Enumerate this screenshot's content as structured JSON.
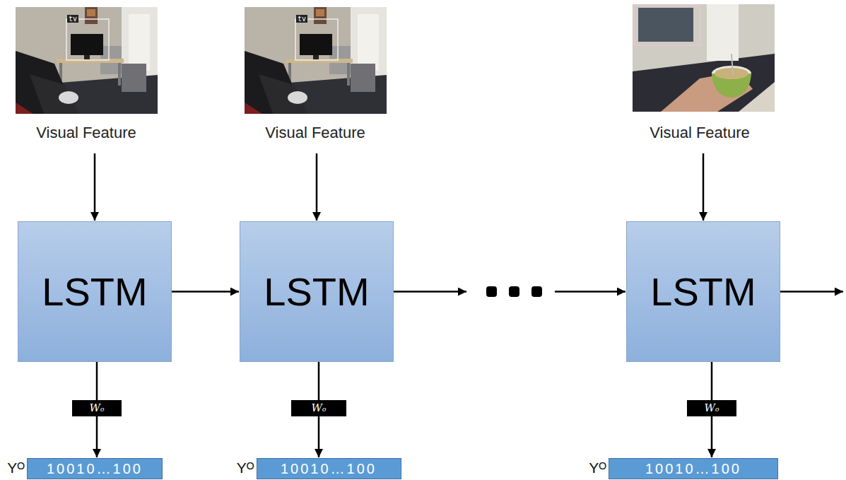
{
  "diagram": {
    "nodes": [
      {
        "text": [
          "LSTM"
        ]
      },
      {
        "text": [
          "LSTM"
        ]
      },
      {
        "text": [
          "LSTM"
        ]
      },
      {
        "text": [
          "Wₒ"
        ]
      },
      {
        "text": [
          "Wₒ"
        ]
      },
      {
        "text": [
          "Wₒ"
        ]
      },
      {
        "text": [
          "Yᴼ",
          "10010…100"
        ]
      },
      {
        "text": [
          "Yᴼ",
          "10010…100"
        ]
      },
      {
        "text": [
          "Yᴼ",
          "10010…100"
        ]
      }
    ],
    "edges": [
      {
        "from": 0,
        "to": 1,
        "arrow": "to"
      },
      {
        "from": 1,
        "to": 2,
        "arrow": "to"
      },
      {
        "from": 0,
        "to": 3,
        "arrow": "none"
      },
      {
        "from": 1,
        "to": 4,
        "arrow": "none"
      },
      {
        "from": 2,
        "to": 5,
        "arrow": "none"
      },
      {
        "from": 3,
        "to": 6,
        "arrow": "to"
      },
      {
        "from": 4,
        "to": 7,
        "arrow": "to"
      },
      {
        "from": 5,
        "to": 8,
        "arrow": "to"
      }
    ],
    "labels": [
      "tv",
      "tv",
      "Visual Feature",
      "Visual Feature",
      "Visual Feature"
    ]
  }
}
